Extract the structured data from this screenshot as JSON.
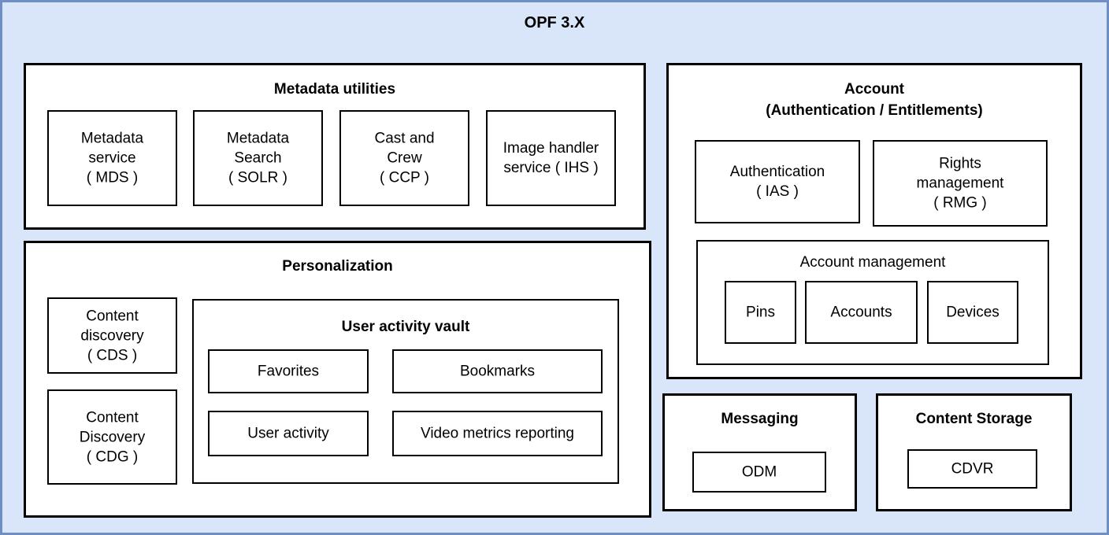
{
  "diagram": {
    "title": "OPF 3.X",
    "background_color": "#d9e5f8",
    "frame_border_color": "#6f8fc4",
    "box_border_color": "#000000",
    "box_fill_color": "#ffffff"
  },
  "groups": {
    "metadata_utilities": {
      "title": "Metadata utilities",
      "items": [
        {
          "label": "Metadata\nservice\n( MDS )"
        },
        {
          "label": "Metadata\nSearch\n( SOLR )"
        },
        {
          "label": "Cast and\nCrew\n( CCP )"
        },
        {
          "label": "Image handler\nservice ( IHS )"
        }
      ]
    },
    "personalization": {
      "title": "Personalization",
      "items": [
        {
          "label": "Content\ndiscovery\n( CDS )"
        },
        {
          "label": "Content\nDiscovery\n( CDG )"
        }
      ],
      "user_activity_vault": {
        "title": "User activity vault",
        "items": [
          {
            "label": "Favorites"
          },
          {
            "label": "Bookmarks"
          },
          {
            "label": "User activity"
          },
          {
            "label": "Video metrics reporting"
          }
        ]
      }
    },
    "account": {
      "title_line1": "Account",
      "title_line2": "(Authentication / Entitlements)",
      "items": [
        {
          "label": "Authentication\n( IAS )"
        },
        {
          "label": "Rights\nmanagement\n( RMG )"
        }
      ],
      "account_management": {
        "title": "Account management",
        "items": [
          {
            "label": "Pins"
          },
          {
            "label": "Accounts"
          },
          {
            "label": "Devices"
          }
        ]
      }
    },
    "messaging": {
      "title": "Messaging",
      "items": [
        {
          "label": "ODM"
        }
      ]
    },
    "content_storage": {
      "title": "Content Storage",
      "items": [
        {
          "label": "CDVR"
        }
      ]
    }
  }
}
